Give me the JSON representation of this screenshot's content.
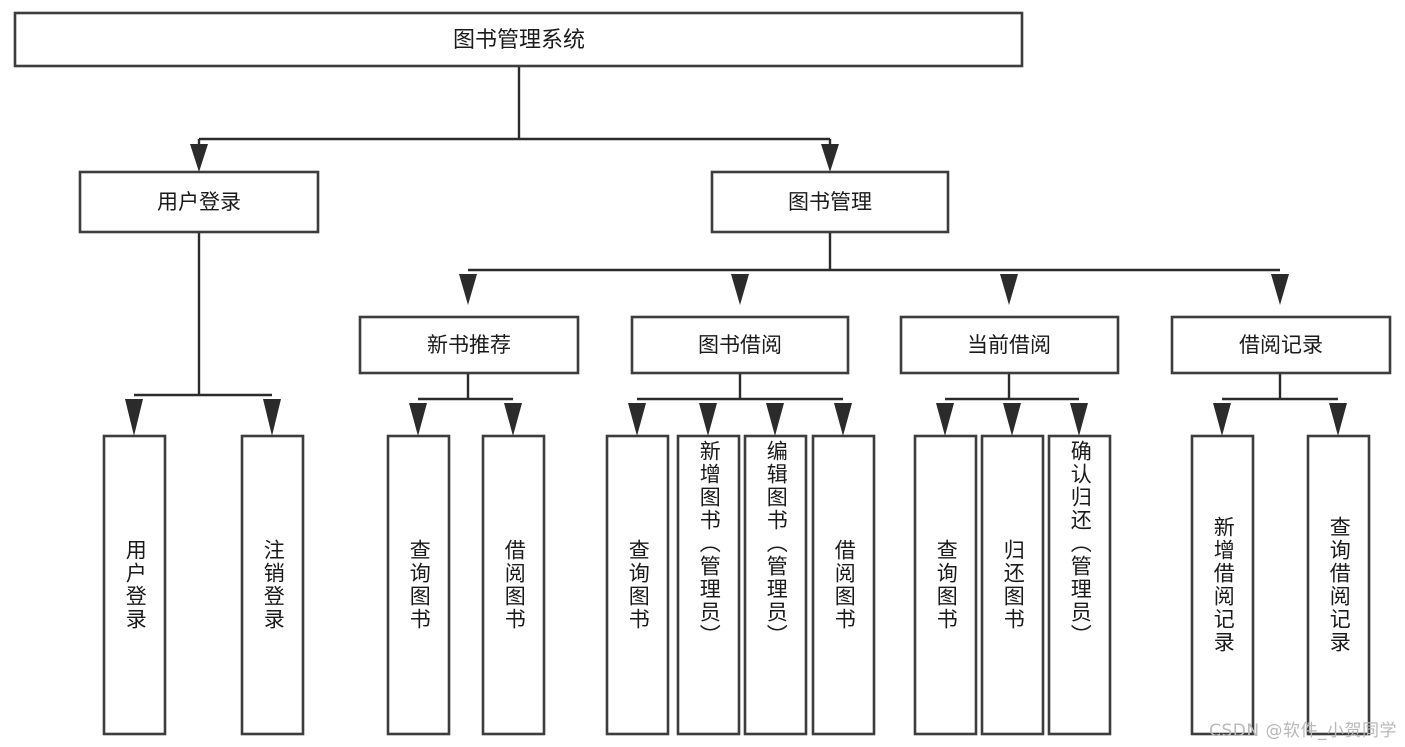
{
  "diagram": {
    "type": "tree-hierarchy",
    "title": "图书管理系统",
    "watermark": "CSDN @软件_小贺同学",
    "colors": {
      "background": "#ffffff",
      "box_stroke": "#3d3d3d",
      "connector": "#2b2b2b",
      "text": "#1a1a1a",
      "watermark": "#b9b9b9"
    },
    "levels": {
      "root": {
        "label": "图书管理系统"
      },
      "level2": [
        {
          "id": "user-login",
          "label": "用户登录"
        },
        {
          "id": "book-management",
          "label": "图书管理"
        }
      ],
      "level3": [
        {
          "id": "new-book-recommend",
          "label": "新书推荐",
          "parent": "book-management"
        },
        {
          "id": "book-borrow",
          "label": "图书借阅",
          "parent": "book-management"
        },
        {
          "id": "current-borrow",
          "label": "当前借阅",
          "parent": "book-management"
        },
        {
          "id": "borrow-record",
          "label": "借阅记录",
          "parent": "book-management"
        }
      ],
      "leaves": [
        {
          "id": "leaf-user-login",
          "label": "用户登录",
          "parent": "user-login"
        },
        {
          "id": "leaf-user-logout",
          "label": "注销登录",
          "parent": "user-login"
        },
        {
          "id": "leaf-query-book-1",
          "label": "查询图书",
          "parent": "new-book-recommend"
        },
        {
          "id": "leaf-borrow-book-1",
          "label": "借阅图书",
          "parent": "new-book-recommend"
        },
        {
          "id": "leaf-query-book-2",
          "label": "查询图书",
          "parent": "book-borrow"
        },
        {
          "id": "leaf-add-book",
          "label": "新增图书（管理员）",
          "parent": "book-borrow"
        },
        {
          "id": "leaf-edit-book",
          "label": "编辑图书（管理员）",
          "parent": "book-borrow"
        },
        {
          "id": "leaf-borrow-book-2",
          "label": "借阅图书",
          "parent": "book-borrow"
        },
        {
          "id": "leaf-query-book-3",
          "label": "查询图书",
          "parent": "current-borrow"
        },
        {
          "id": "leaf-return-book",
          "label": "归还图书",
          "parent": "current-borrow"
        },
        {
          "id": "leaf-confirm-return",
          "label": "确认归还（管理员）",
          "parent": "current-borrow"
        },
        {
          "id": "leaf-add-record",
          "label": "新增借阅记录",
          "parent": "borrow-record"
        },
        {
          "id": "leaf-query-record",
          "label": "查询借阅记录",
          "parent": "borrow-record"
        }
      ]
    }
  }
}
